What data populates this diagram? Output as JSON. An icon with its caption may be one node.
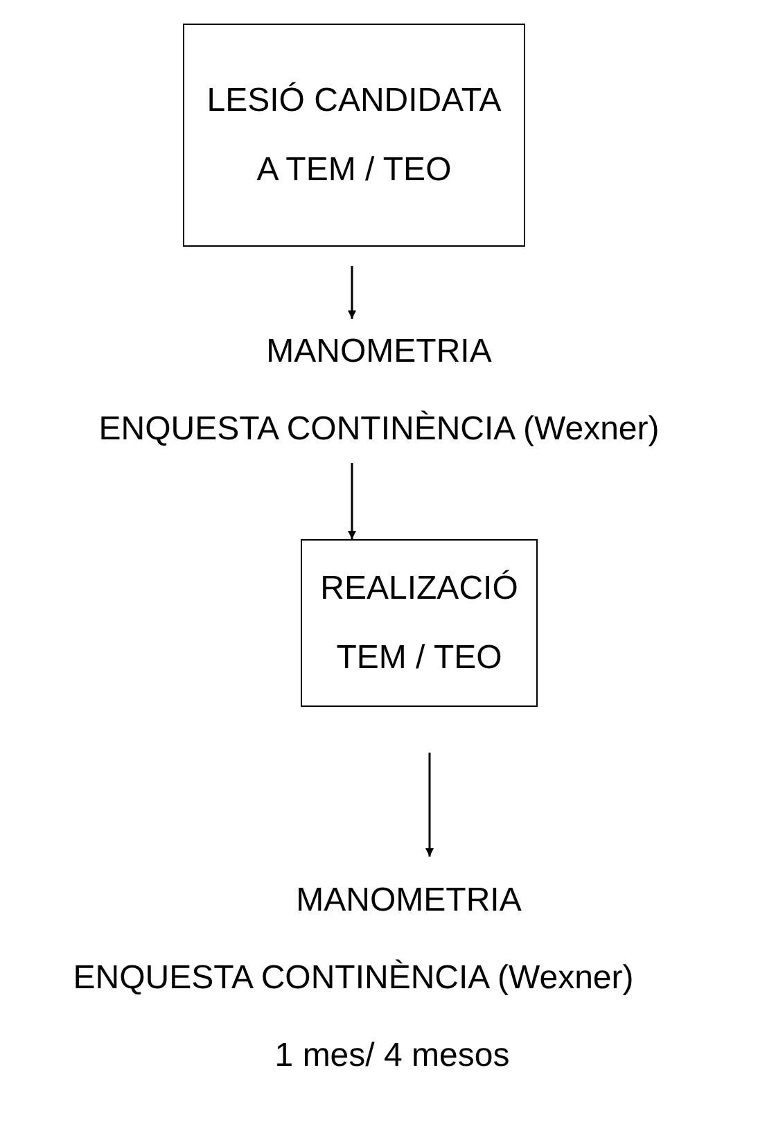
{
  "diagram": {
    "nodes": [
      {
        "text": [
          "LESIÓ CANDIDATA A TEM / TEO"
        ]
      },
      {
        "text": [
          "MANOMETRIA",
          "ENQUESTA CONTINÈNCIA (Wexner)"
        ]
      },
      {
        "text": [
          "REALIZACIÓ TEM / TEO"
        ]
      },
      {
        "text": [
          "MANOMETRIA",
          "ENQUESTA CONTINÈNCIA (Wexner)",
          "1 mes/ 4 mesos"
        ]
      }
    ],
    "edges": [
      {
        "from": 0,
        "to": 1,
        "arrow": "to"
      },
      {
        "from": 1,
        "to": 2,
        "arrow": "to"
      },
      {
        "from": 2,
        "to": 3,
        "arrow": "to"
      }
    ]
  }
}
